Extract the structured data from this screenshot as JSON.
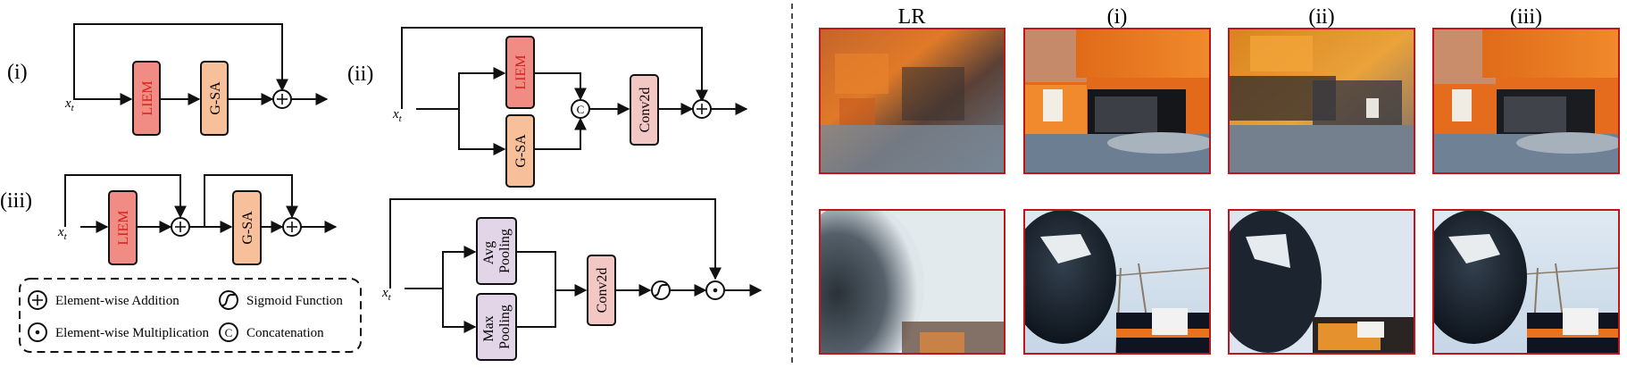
{
  "diagram": {
    "variant_labels": {
      "i": "(i)",
      "ii": "(ii)",
      "iii": "(iii)"
    },
    "input_label": "x",
    "input_subscript": "t",
    "blocks": {
      "liem": "LIEM",
      "gsa": "G-SA",
      "conv": "Conv2d",
      "avg_line1": "Avg",
      "avg_line2": "Pooling",
      "max_line1": "Max",
      "max_line2": "Pooling"
    },
    "concat_symbol": "C",
    "legend": {
      "addition": "Element-wise Addition",
      "multiplication": "Element-wise Multiplication",
      "sigmoid": "Sigmoid Function",
      "concatenation": "Concatenation"
    }
  },
  "comparison": {
    "columns": [
      "LR",
      "(i)",
      "(ii)",
      "(iii)"
    ]
  },
  "colors": {
    "liem_fill": "#f08c84",
    "liem_text": "#d6201a",
    "gsa_fill": "#f7bf9a",
    "conv_fill": "#f3c7c4",
    "pool_fill": "#e2d5e8",
    "image_border": "#c2141b"
  }
}
